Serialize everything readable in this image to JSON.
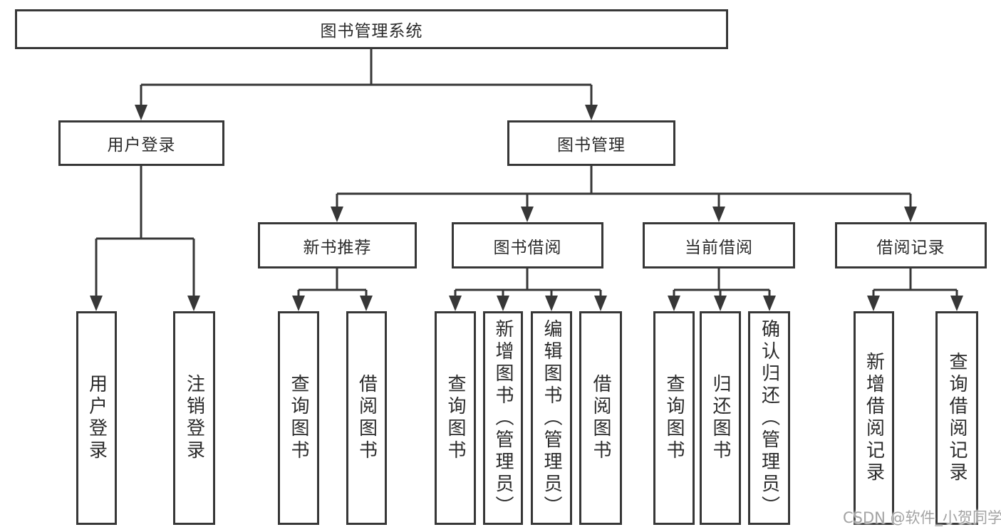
{
  "diagram": {
    "type": "hierarchy-tree",
    "title": "图书管理系统",
    "orientation": "top-down",
    "line_color": "#373737",
    "text_color": "#2b2b2b",
    "background_color": "#ffffff"
  },
  "nodes": {
    "root": {
      "label": "图书管理系统"
    },
    "login_branch": {
      "label": "用户登录"
    },
    "mgmt_branch": {
      "label": "图书管理"
    },
    "recommend": {
      "label": "新书推荐"
    },
    "borrowing": {
      "label": "图书借阅"
    },
    "current": {
      "label": "当前借阅"
    },
    "records": {
      "label": "借阅记录"
    },
    "leaf_login": {
      "label": "用户登录"
    },
    "leaf_logout": {
      "label": "注销登录"
    },
    "rec_query": {
      "label": "查询图书"
    },
    "rec_borrow": {
      "label": "借阅图书"
    },
    "bor_query": {
      "label": "查询图书"
    },
    "bor_add": {
      "label": "新增图书（管理员）"
    },
    "bor_edit": {
      "label": "编辑图书（管理员）"
    },
    "bor_borrow": {
      "label": "借阅图书"
    },
    "cur_query": {
      "label": "查询图书"
    },
    "cur_return": {
      "label": "归还图书"
    },
    "cur_confirm": {
      "label": "确认归还（管理员）"
    },
    "br_add": {
      "label": "新增借阅记录"
    },
    "br_query": {
      "label": "查询借阅记录"
    }
  },
  "hierarchy": {
    "图书管理系统": {
      "用户登录": [
        "用户登录",
        "注销登录"
      ],
      "图书管理": {
        "新书推荐": [
          "查询图书",
          "借阅图书"
        ],
        "图书借阅": [
          "查询图书",
          "新增图书（管理员）",
          "编辑图书（管理员）",
          "借阅图书"
        ],
        "当前借阅": [
          "查询图书",
          "归还图书",
          "确认归还（管理员）"
        ],
        "借阅记录": [
          "新增借阅记录",
          "查询借阅记录"
        ]
      }
    }
  },
  "watermark": {
    "text": "CSDN @软件_小贺同学",
    "color": "#a3a3a3"
  }
}
